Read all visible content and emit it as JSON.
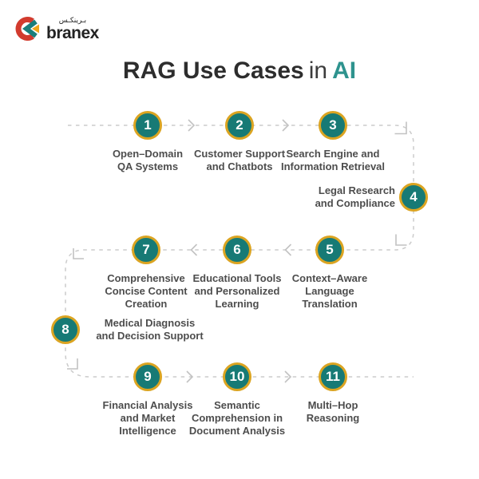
{
  "logo": {
    "wordmark": "branex",
    "arabic": "بـرينكـس"
  },
  "title": {
    "main": "RAG Use Cases",
    "connector": "in",
    "accent": "AI"
  },
  "nodes": [
    {
      "num": "1",
      "label": "Open–Domain\nQA Systems"
    },
    {
      "num": "2",
      "label": "Customer Support\nand Chatbots"
    },
    {
      "num": "3",
      "label": "Search Engine and\nInformation Retrieval"
    },
    {
      "num": "4",
      "label": "Legal Research\nand Compliance"
    },
    {
      "num": "5",
      "label": "Context–Aware\nLanguage\nTranslation"
    },
    {
      "num": "6",
      "label": "Educational Tools\nand Personalized\nLearning"
    },
    {
      "num": "7",
      "label": "Comprehensive\nConcise Content\nCreation"
    },
    {
      "num": "8",
      "label": "Medical Diagnosis\nand Decision Support"
    },
    {
      "num": "9",
      "label": "Financial Analysis\nand Market\nIntelligence"
    },
    {
      "num": "10",
      "label": "Semantic\nComprehension in\nDocument Analysis"
    },
    {
      "num": "11",
      "label": "Multi–Hop\nReasoning"
    }
  ],
  "colors": {
    "circle_teal": "#177A75",
    "ring_gold": "#DBA421",
    "title_dark": "#2D2D2D",
    "accent_teal": "#2E938E",
    "label_gray": "#4D4D4D",
    "line_gray": "#CBCBCB",
    "logo_red": "#D23B2E",
    "logo_teal": "#1B7E7B",
    "logo_yellow": "#F2A71B"
  }
}
